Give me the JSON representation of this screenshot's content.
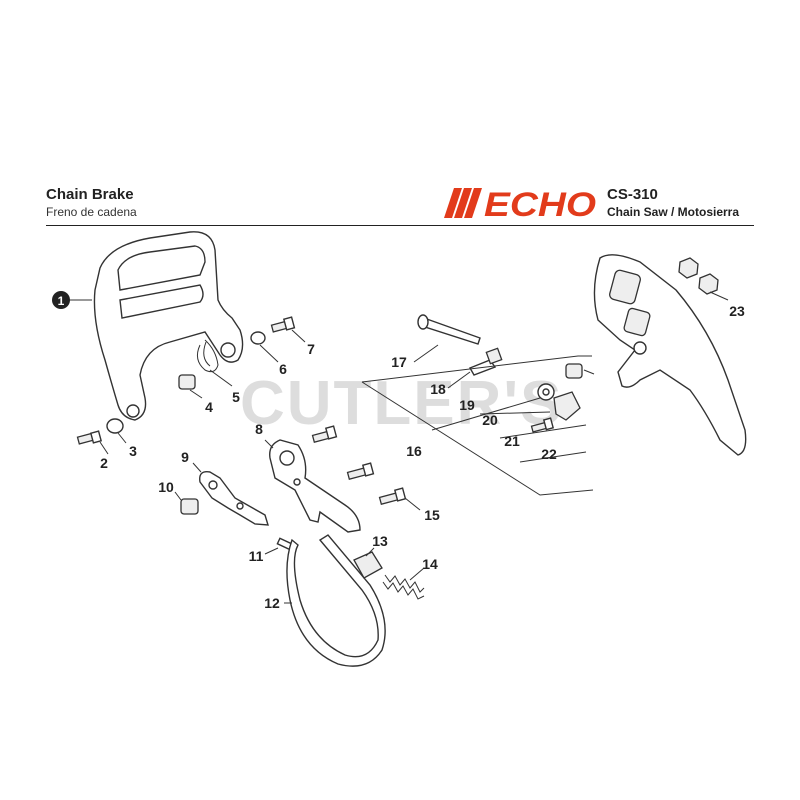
{
  "header": {
    "title": "Chain Brake",
    "subtitle": "Freno de cadena",
    "logo_text": "ECHO",
    "model": "CS-310",
    "model_subtitle": "Chain Saw / Motosierra"
  },
  "watermark": "CUTLER'S",
  "colors": {
    "logo_red": "#e23b1b",
    "line": "#333333",
    "watermark": "#d8d8d8"
  },
  "callouts": [
    "1",
    "2",
    "3",
    "4",
    "5",
    "6",
    "7",
    "8",
    "9",
    "10",
    "11",
    "12",
    "13",
    "14",
    "15",
    "16",
    "17",
    "18",
    "19",
    "20",
    "21",
    "22",
    "23"
  ]
}
